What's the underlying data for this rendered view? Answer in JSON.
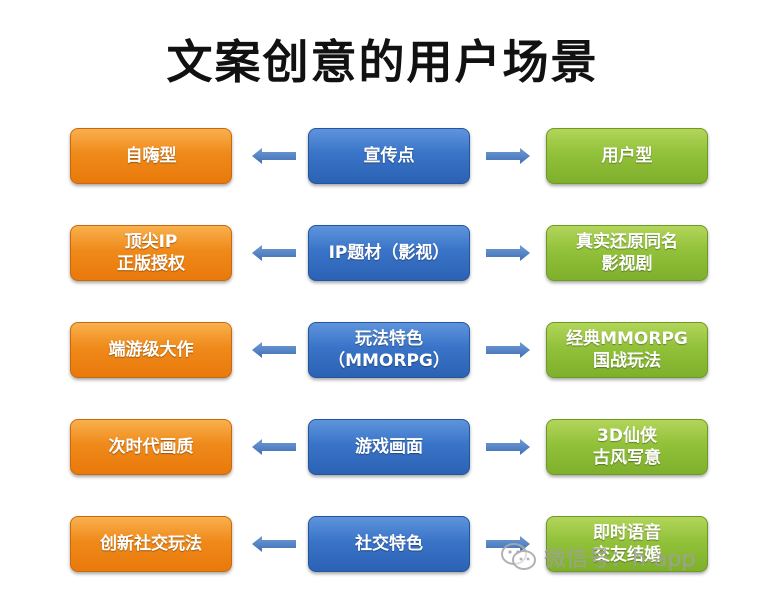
{
  "title": "文案创意的用户场景",
  "rows": [
    {
      "left": "自嗨型",
      "center": "宣传点",
      "right": "用户型"
    },
    {
      "left": "顶尖IP\n正版授权",
      "center": "IP题材（影视）",
      "right": "真实还原同名\n影视剧"
    },
    {
      "left": "端游级大作",
      "center": "玩法特色\n（MMORPG）",
      "right": "经典MMORPG\n国战玩法"
    },
    {
      "left": "次时代画质",
      "center": "游戏画面",
      "right": "3D仙侠\n古风写意"
    },
    {
      "left": "创新社交玩法",
      "center": "社交特色",
      "right": "即时语音\n交友结婚"
    }
  ],
  "watermark": {
    "text": "微信号：h-app",
    "icon": "wechat-icon"
  },
  "colors": {
    "left_box": "#ef8a1a",
    "center_box": "#3a74c8",
    "right_box": "#92c13a",
    "arrow": "#4a7cc0"
  }
}
